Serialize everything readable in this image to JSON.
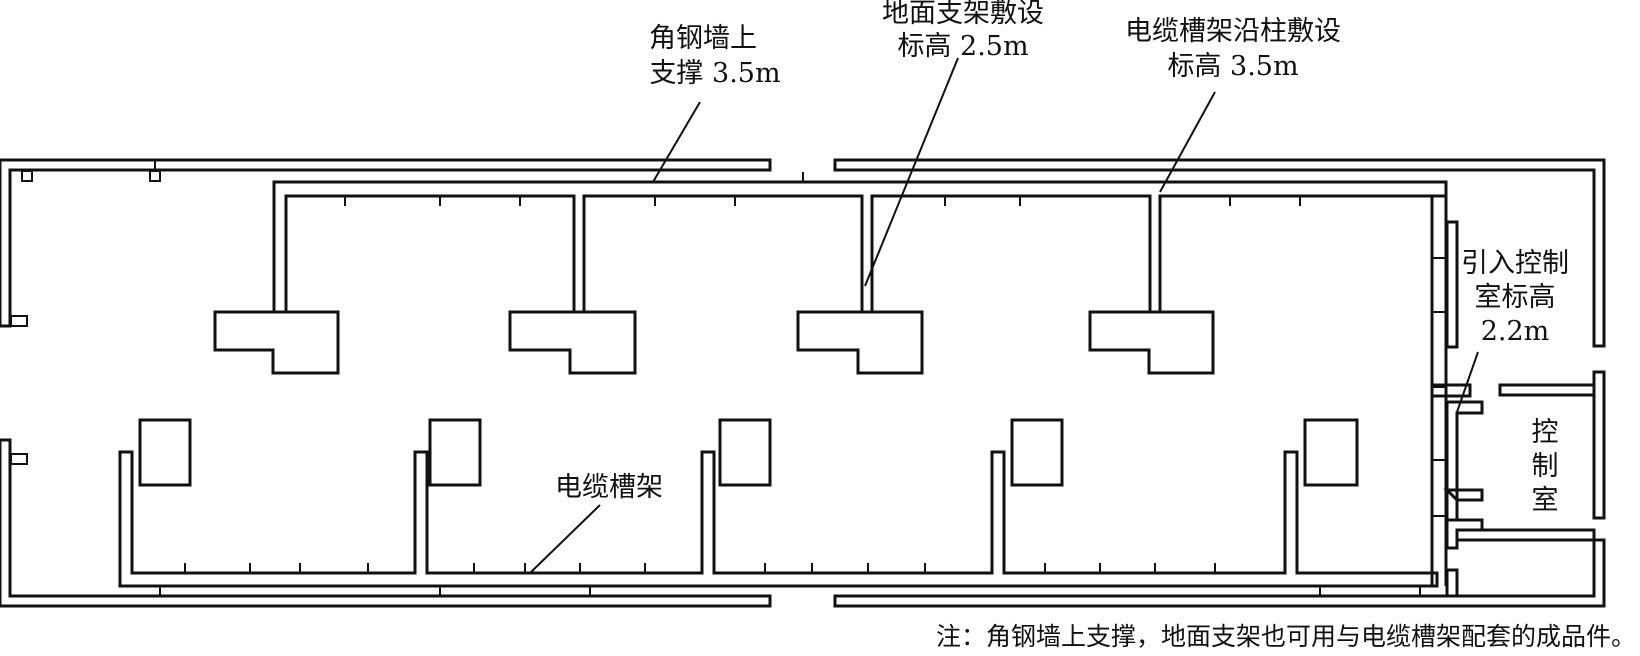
{
  "labels": {
    "angle_steel_line1": "角钢墙上",
    "angle_steel_line2": "支撑 3.5m",
    "floor_support_line1": "地面支架敷设",
    "floor_support_line2": "标高 2.5m",
    "column_laying_line1": "电缆槽架沿柱敷设",
    "column_laying_line2": "标高 3.5m",
    "cable_tray": "电缆槽架",
    "lead_in_line1": "引入控制",
    "lead_in_line2": "室标高",
    "lead_in_line3": "2.2m",
    "control_room_1": "控",
    "control_room_2": "制",
    "control_room_3": "室"
  },
  "note": "注：角钢墙上支撑，地面支架也可用与电缆槽架配套的成品件。"
}
